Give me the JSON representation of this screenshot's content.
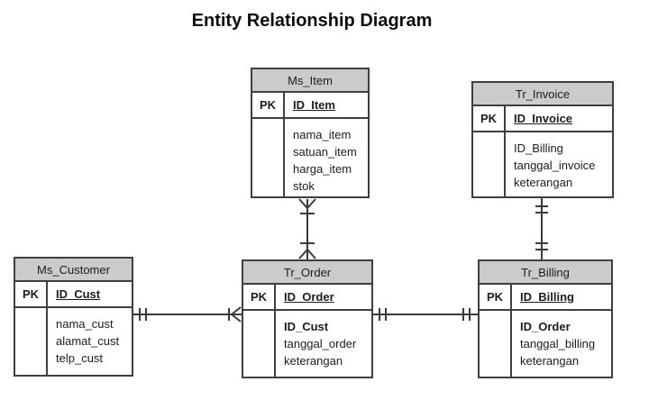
{
  "title": "Entity Relationship Diagram",
  "pk_label": "PK",
  "colors": {
    "header_fill": "#cbcbcb",
    "border": "#3f3f3f",
    "background": "#ffffff",
    "text": "#1c1c1c"
  },
  "entities": {
    "ms_item": {
      "name": "Ms_Item",
      "pk": "ID_Item",
      "attributes": [
        "nama_item",
        "satuan_item",
        "harga_item",
        "stok"
      ]
    },
    "tr_invoice": {
      "name": "Tr_Invoice",
      "pk": "ID_Invoice",
      "attributes": [
        "ID_Billing",
        "tanggal_invoice",
        "keterangan"
      ]
    },
    "ms_customer": {
      "name": "Ms_Customer",
      "pk": "ID_Cust",
      "attributes": [
        "nama_cust",
        "alamat_cust",
        "telp_cust"
      ]
    },
    "tr_order": {
      "name": "Tr_Order",
      "pk": "ID_Order",
      "attributes": [
        "ID_Cust",
        "tanggal_order",
        "keterangan"
      ]
    },
    "tr_billing": {
      "name": "Tr_Billing",
      "pk": "ID_Billing",
      "attributes": [
        "ID_Order",
        "tanggal_billing",
        "keterangan"
      ]
    }
  },
  "relationships": [
    {
      "from": "Ms_Item",
      "to": "Tr_Order",
      "from_cardinality": "one-or-many",
      "to_cardinality": "one-or-many"
    },
    {
      "from": "Tr_Invoice",
      "to": "Tr_Billing",
      "from_cardinality": "one-and-only-one",
      "to_cardinality": "one-and-only-one"
    },
    {
      "from": "Ms_Customer",
      "to": "Tr_Order",
      "from_cardinality": "one-and-only-one",
      "to_cardinality": "one-or-many"
    },
    {
      "from": "Tr_Order",
      "to": "Tr_Billing",
      "from_cardinality": "one-and-only-one",
      "to_cardinality": "one-and-only-one"
    }
  ]
}
